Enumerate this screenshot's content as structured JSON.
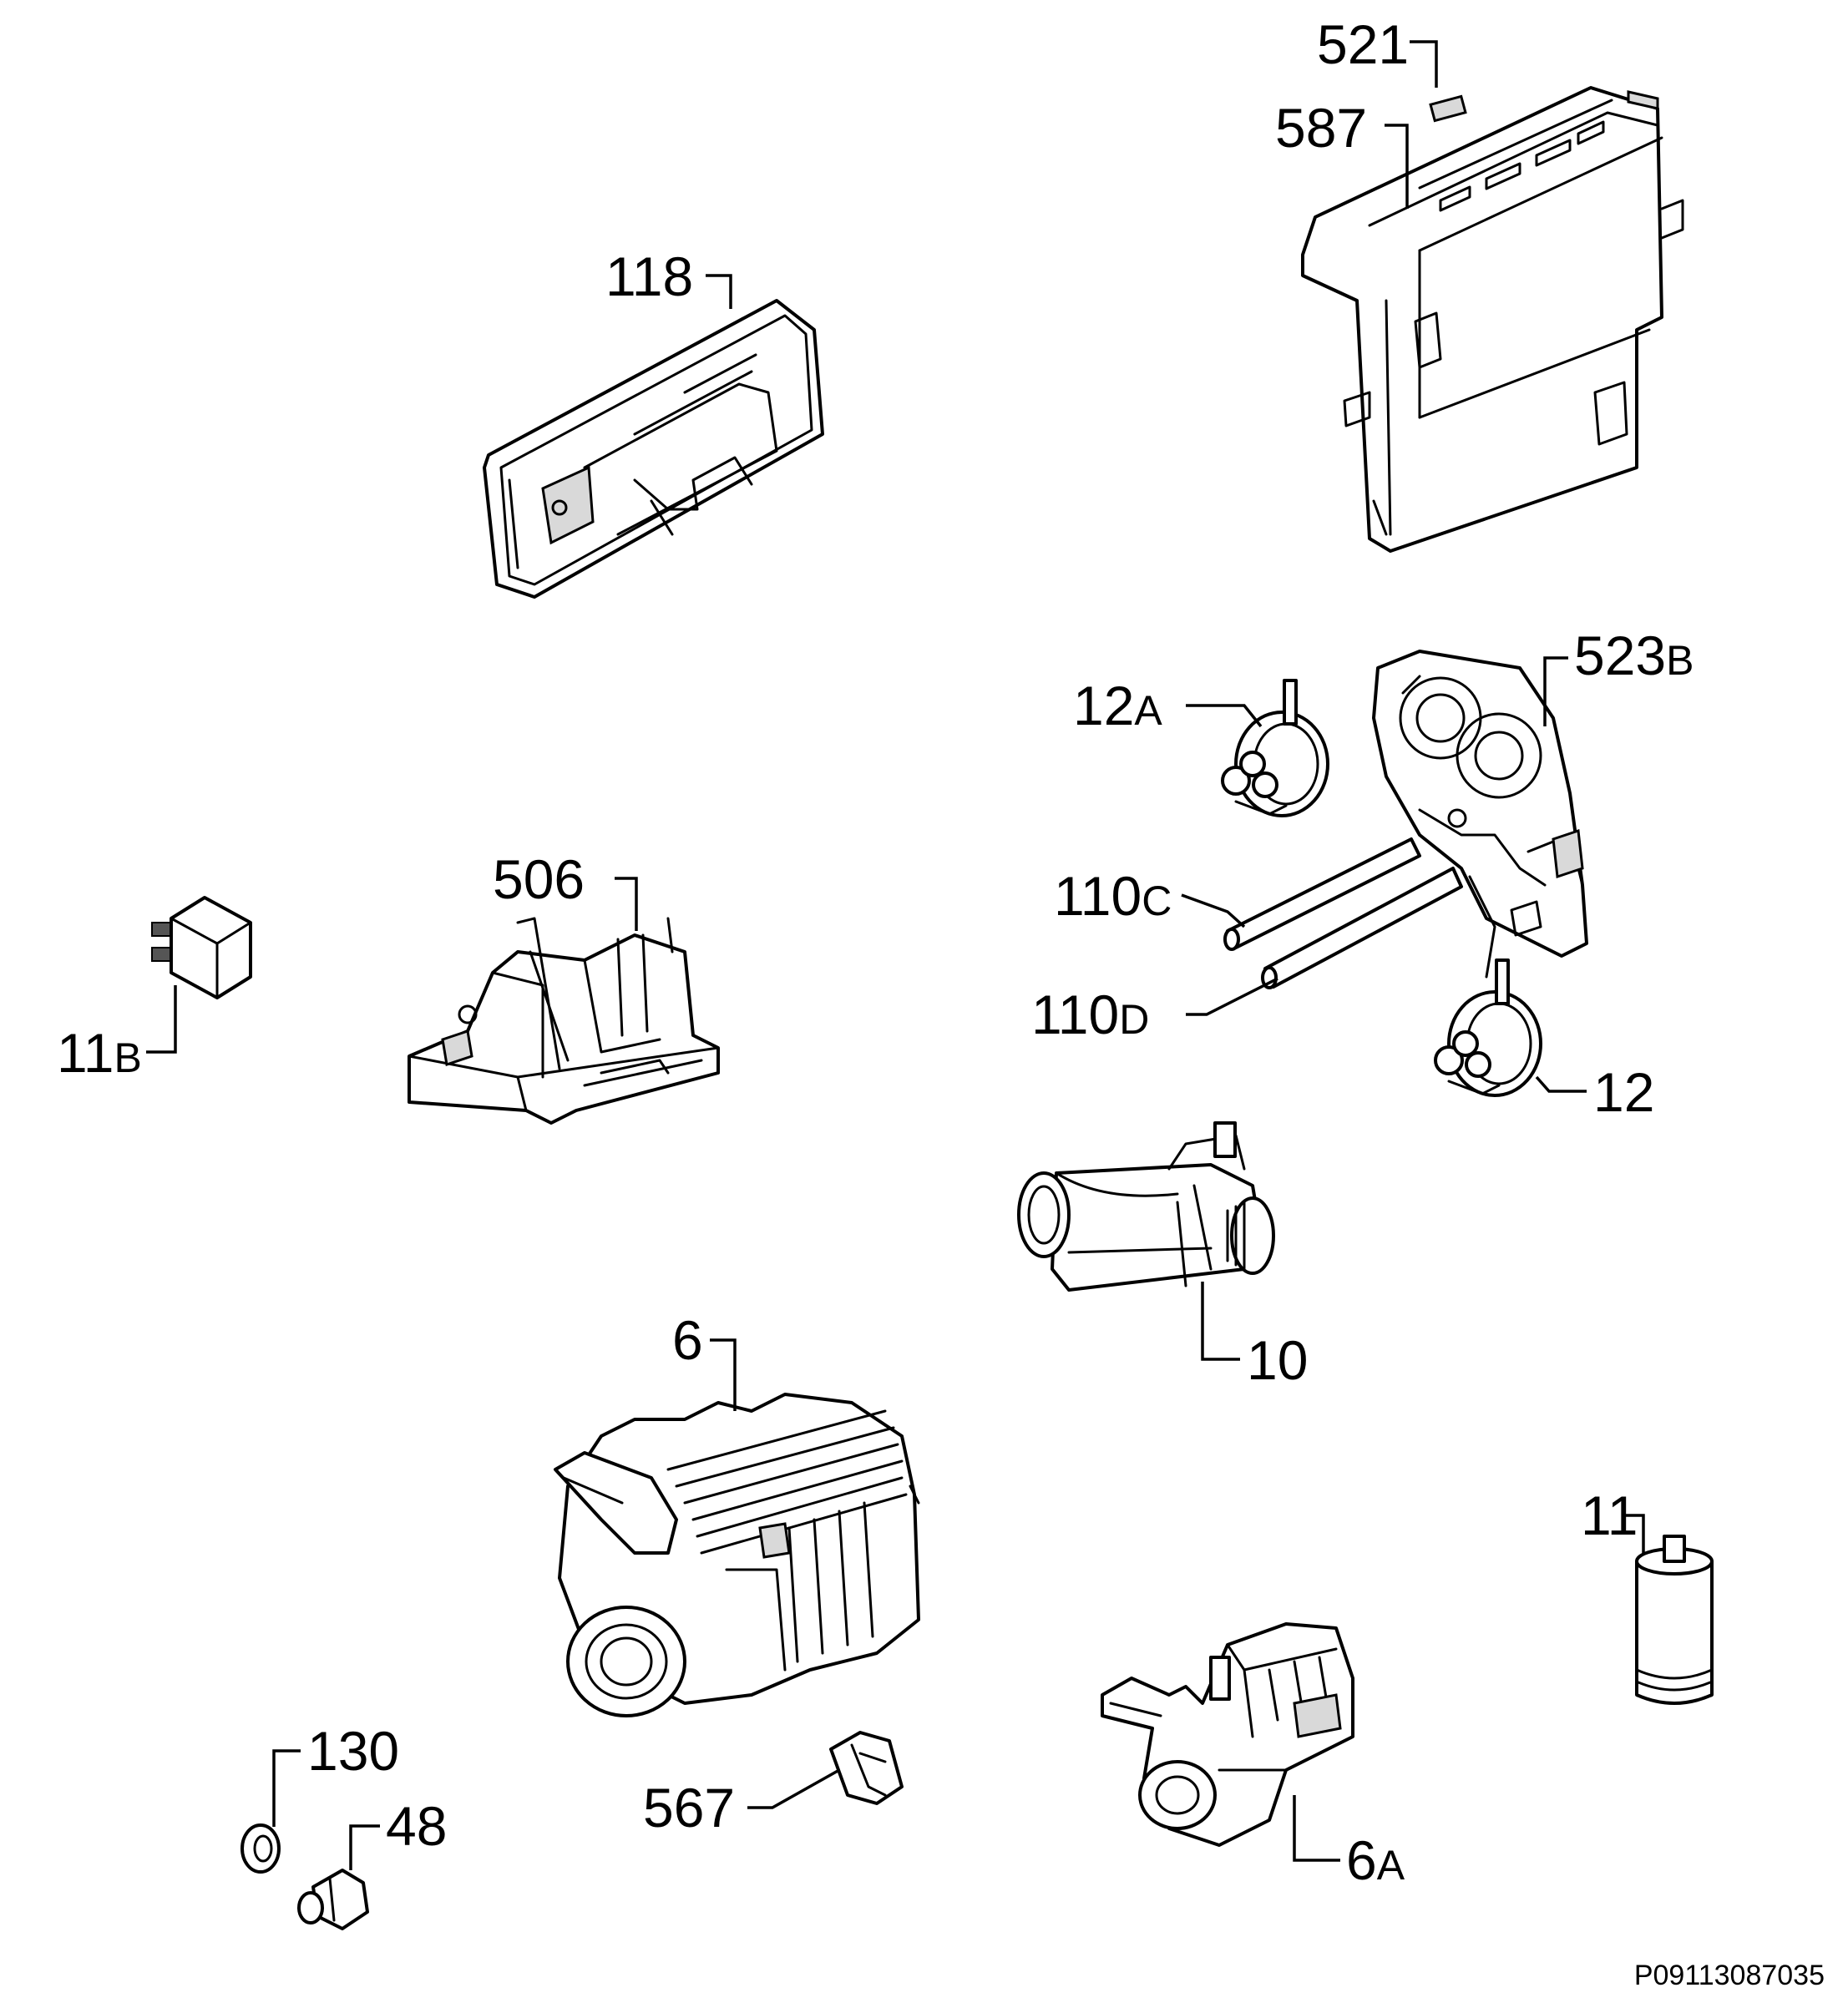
{
  "diagram": {
    "reference_code": "P09113087035",
    "callouts": [
      {
        "id": "c521",
        "number": "521",
        "suffix": ""
      },
      {
        "id": "c587",
        "number": "587",
        "suffix": ""
      },
      {
        "id": "c118",
        "number": "118",
        "suffix": ""
      },
      {
        "id": "c523b",
        "number": "523",
        "suffix": "B"
      },
      {
        "id": "c12a",
        "number": "12",
        "suffix": "A"
      },
      {
        "id": "c506",
        "number": "506",
        "suffix": ""
      },
      {
        "id": "c110c",
        "number": "110",
        "suffix": "C"
      },
      {
        "id": "c110d",
        "number": "110",
        "suffix": "D"
      },
      {
        "id": "c11b",
        "number": "11",
        "suffix": "B"
      },
      {
        "id": "c12",
        "number": "12",
        "suffix": ""
      },
      {
        "id": "c10",
        "number": "10",
        "suffix": ""
      },
      {
        "id": "c6",
        "number": "6",
        "suffix": ""
      },
      {
        "id": "c11",
        "number": "11",
        "suffix": ""
      },
      {
        "id": "c130",
        "number": "130",
        "suffix": ""
      },
      {
        "id": "c48",
        "number": "48",
        "suffix": ""
      },
      {
        "id": "c567",
        "number": "567",
        "suffix": ""
      },
      {
        "id": "c6a",
        "number": "6",
        "suffix": "A"
      }
    ]
  }
}
